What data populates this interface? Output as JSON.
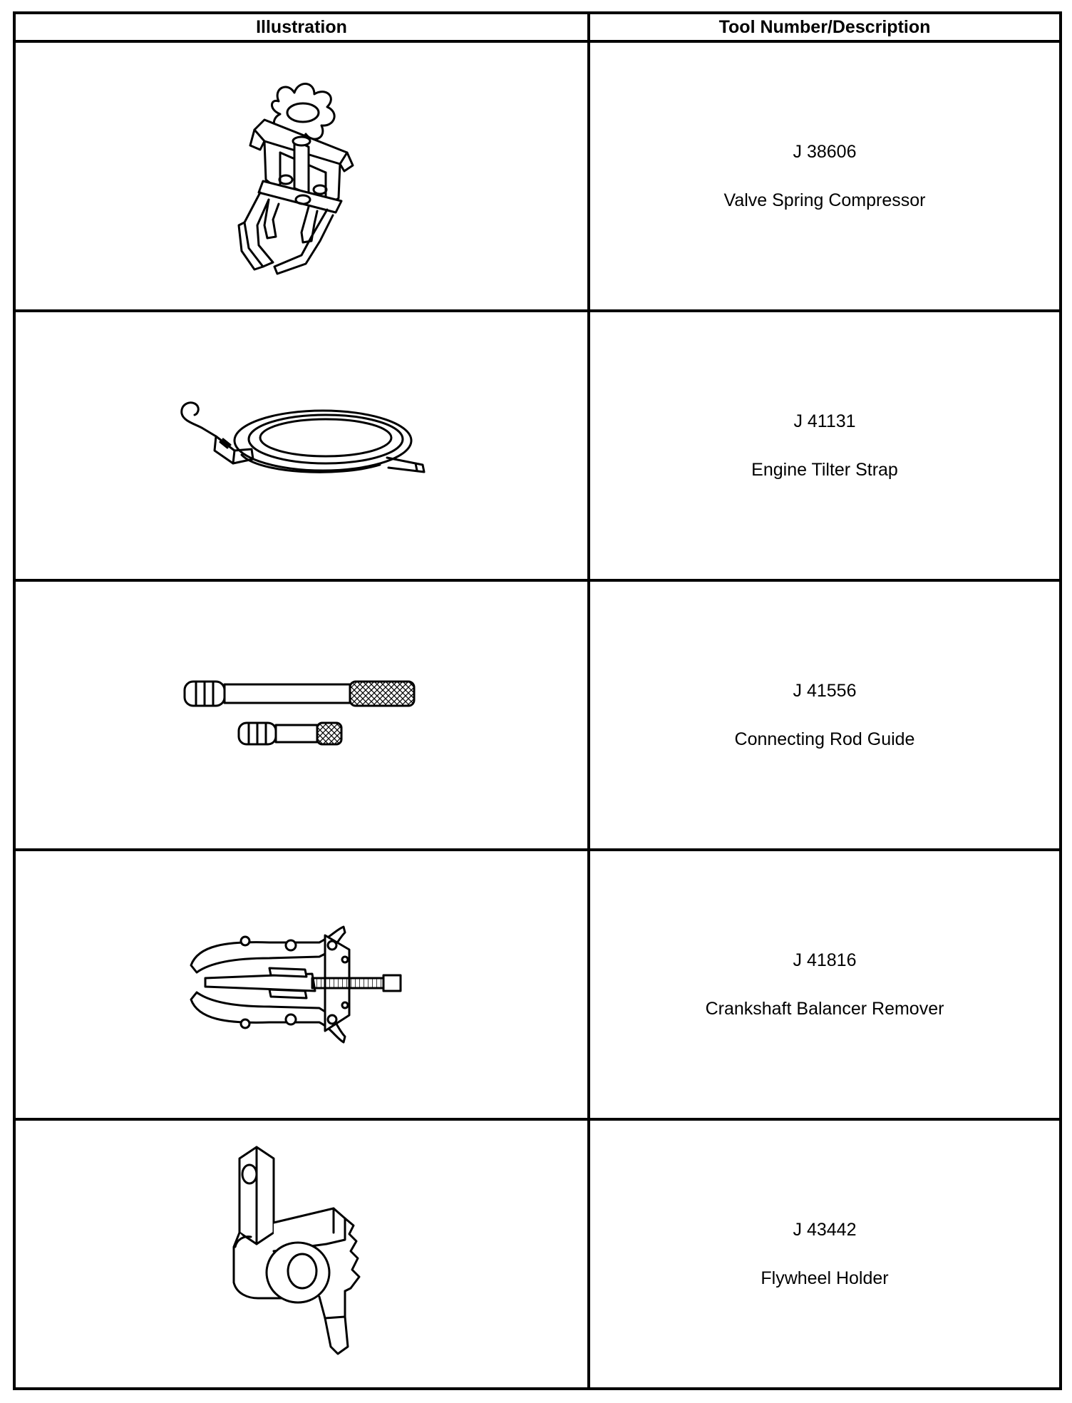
{
  "table": {
    "headers": {
      "illustration": "Illustration",
      "tool": "Tool Number/Description"
    },
    "rows": [
      {
        "number": "J 38606",
        "description": "Valve Spring Compressor",
        "icon": "valve-spring-compressor-icon"
      },
      {
        "number": "J 41131",
        "description": "Engine Tilter Strap",
        "icon": "engine-tilter-strap-icon"
      },
      {
        "number": "J 41556",
        "description": "Connecting Rod Guide",
        "icon": "connecting-rod-guide-icon"
      },
      {
        "number": "J 41816",
        "description": "Crankshaft Balancer Remover",
        "icon": "crankshaft-balancer-remover-icon"
      },
      {
        "number": "J 43442",
        "description": "Flywheel Holder",
        "icon": "flywheel-holder-icon"
      }
    ]
  }
}
